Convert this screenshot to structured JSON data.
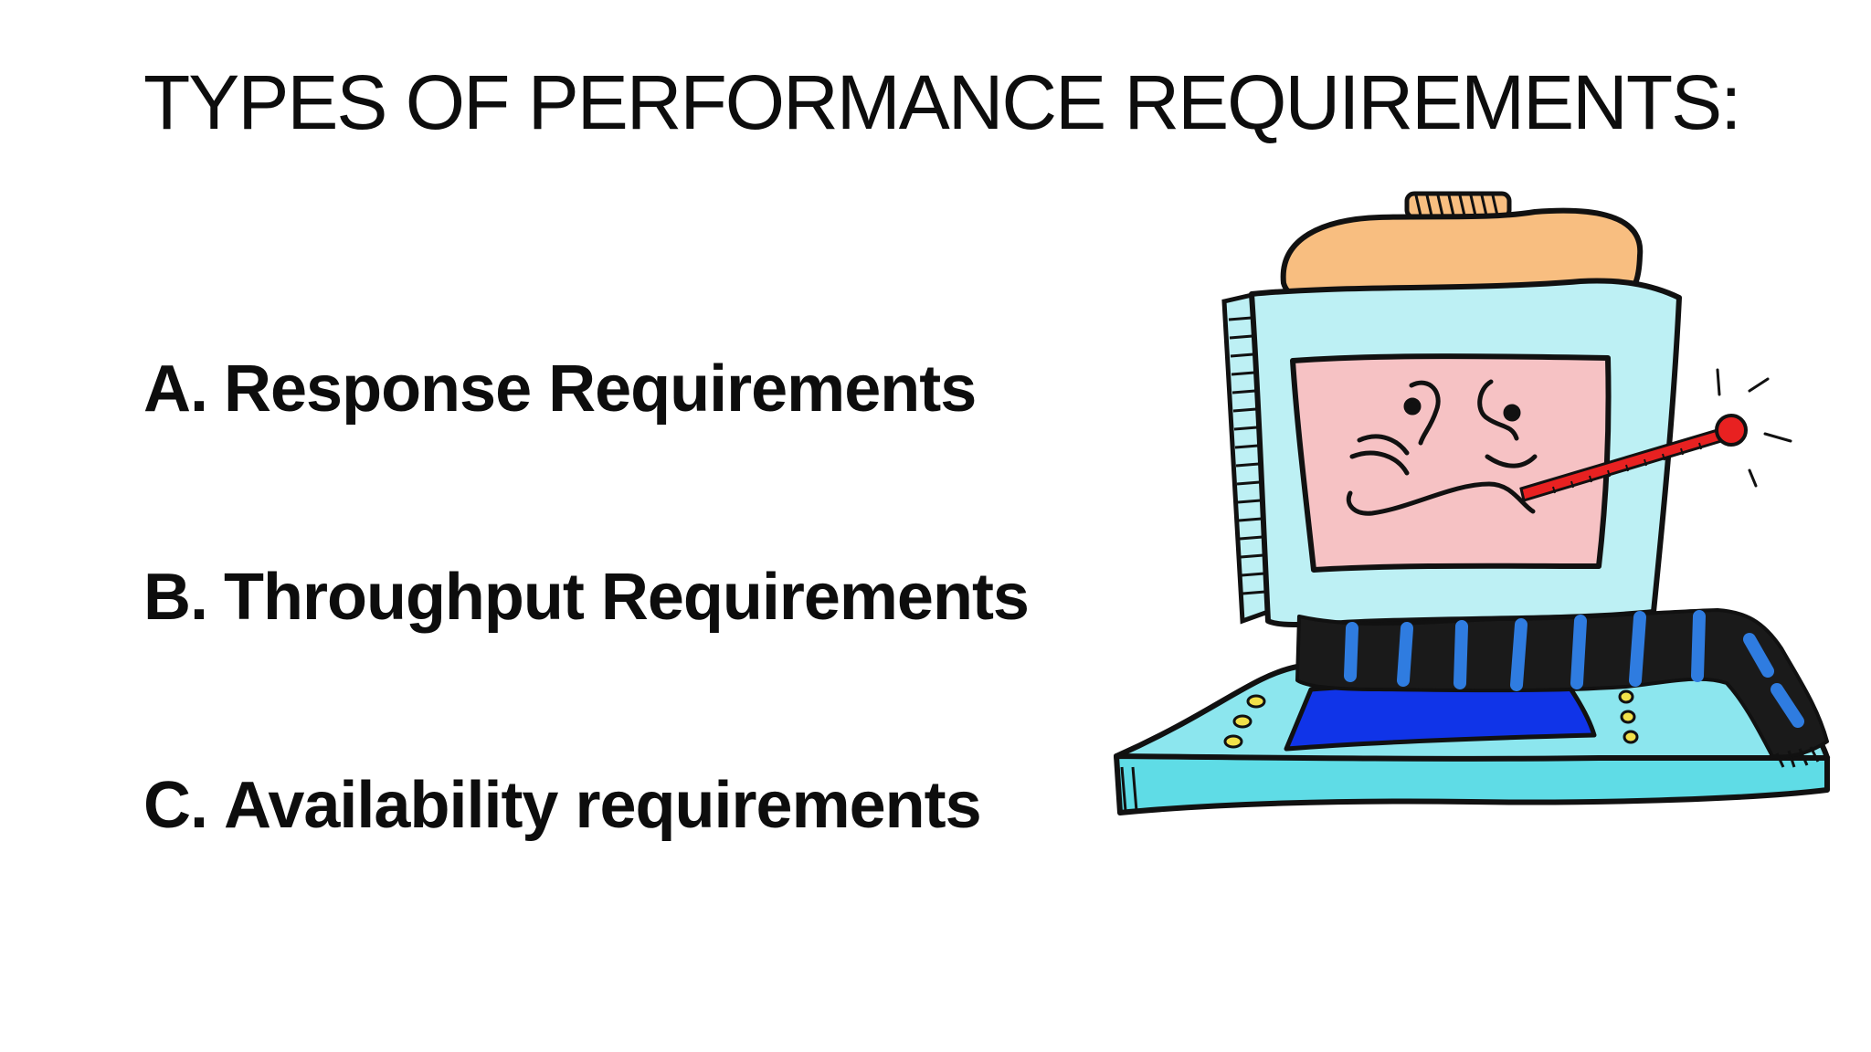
{
  "slide": {
    "title": "TYPES OF PERFORMANCE REQUIREMENTS:",
    "items": [
      {
        "marker": "A.",
        "text": "Response Requirements"
      },
      {
        "marker": "B.",
        "text": "Throughput Requirements"
      },
      {
        "marker": "C.",
        "text": "Availability requirements"
      }
    ]
  },
  "illustration": {
    "icon": "sick-computer-icon",
    "colors": {
      "ice_bag": "#F8BE80",
      "monitor": "#BDF0F4",
      "screen_face": "#F6C2C4",
      "base": "#8CE6EE",
      "keyboard_pad": "#1034E8",
      "scarf_dark": "#1A1A1A",
      "scarf_stripe": "#2F7CE0",
      "thermometer": "#E82121",
      "buttons": "#F2E14A"
    }
  }
}
